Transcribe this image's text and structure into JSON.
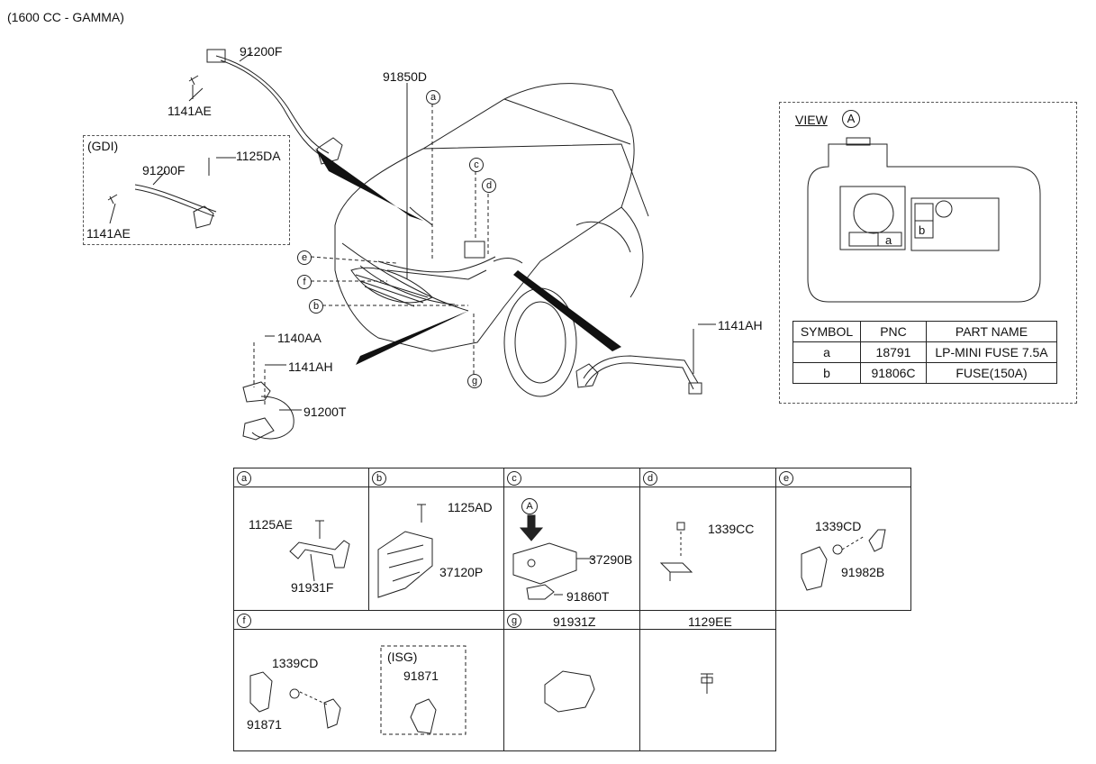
{
  "title": "(1600 CC - GAMMA)",
  "main": {
    "gdi_label": "(GDI)",
    "parts": {
      "p91200F_top": "91200F",
      "p1141AE_top": "1141AE",
      "p91850D": "91850D",
      "p91200F_gdi": "91200F",
      "p1125DA": "1125DA",
      "p1141AE_gdi": "1141AE",
      "p1140AA": "1140AA",
      "p1141AH_left": "1141AH",
      "p91200T": "91200T",
      "p1141AH_right": "1141AH"
    },
    "callouts": [
      "a",
      "c",
      "d",
      "e",
      "f",
      "b",
      "g"
    ]
  },
  "view": {
    "title": "VIEW",
    "marker": "A",
    "fuse_a": "a",
    "fuse_b": "b",
    "table_headers": [
      "SYMBOL",
      "PNC",
      "PART NAME"
    ],
    "table_rows": [
      {
        "symbol": "a",
        "pnc": "18791",
        "name": "LP-MINI FUSE 7.5A"
      },
      {
        "symbol": "b",
        "pnc": "91806C",
        "name": "FUSE(150A)"
      }
    ]
  },
  "grid": {
    "cells": {
      "a": {
        "letter": "a",
        "parts": [
          "1125AE",
          "91931F"
        ]
      },
      "b": {
        "letter": "b",
        "parts": [
          "1125AD",
          "37120P"
        ]
      },
      "c": {
        "letter": "c",
        "marker": "A",
        "parts": [
          "37290B",
          "91860T"
        ]
      },
      "d": {
        "letter": "d",
        "parts": [
          "1339CC"
        ]
      },
      "e": {
        "letter": "e",
        "parts": [
          "1339CD",
          "91982B"
        ]
      },
      "f": {
        "letter": "f",
        "isg": "(ISG)",
        "parts": [
          "1339CD",
          "91871",
          "91871"
        ]
      },
      "g": {
        "letter": "g",
        "header": "91931Z"
      },
      "h": {
        "header": "1129EE"
      }
    }
  }
}
